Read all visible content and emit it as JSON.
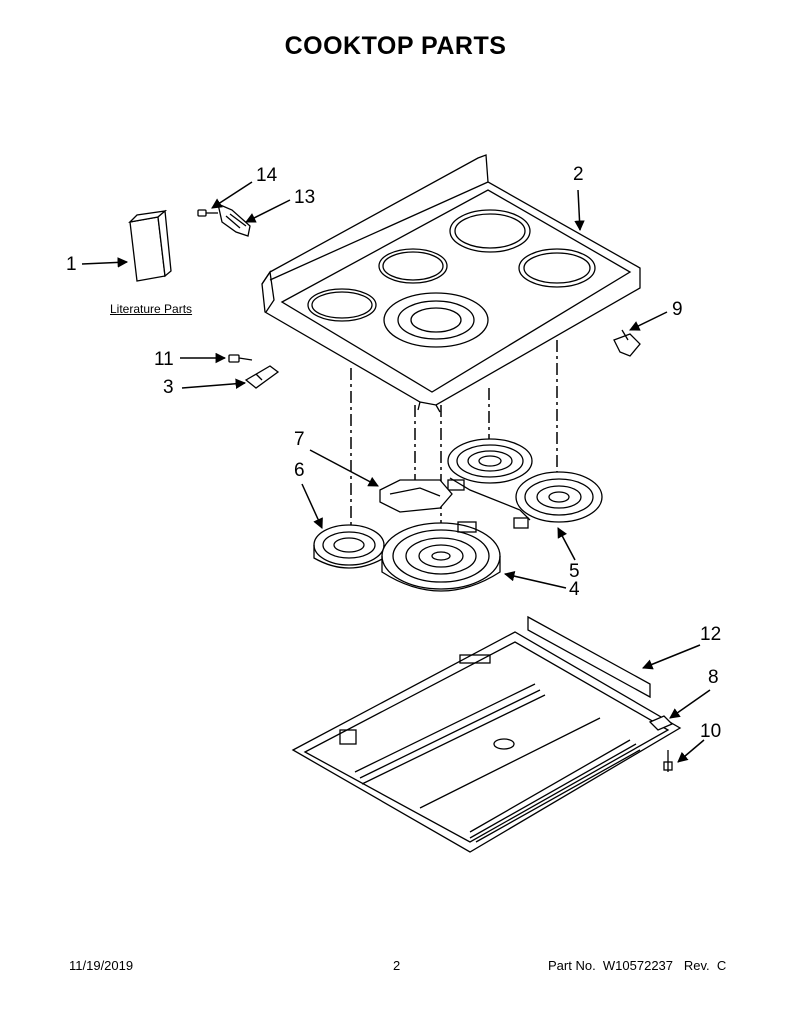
{
  "title": "COOKTOP PARTS",
  "literature_label": "Literature Parts",
  "callouts": {
    "c1": "1",
    "c2": "2",
    "c3": "3",
    "c4": "4",
    "c5": "5",
    "c6": "6",
    "c7": "7",
    "c8": "8",
    "c9": "9",
    "c10": "10",
    "c11": "11",
    "c12": "12",
    "c13": "13",
    "c14": "14"
  },
  "footer": {
    "date": "11/19/2019",
    "page": "2",
    "part_no": "Part No.  W10572237   Rev.  C"
  }
}
